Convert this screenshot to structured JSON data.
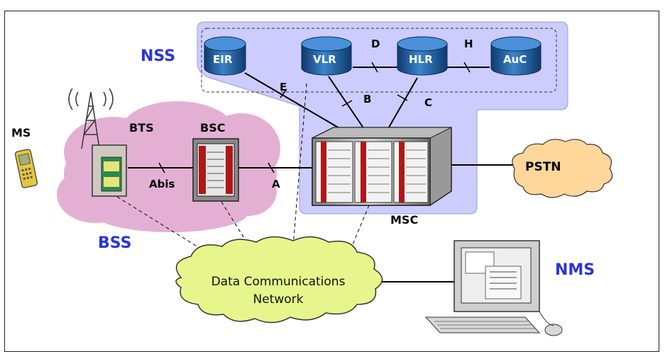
{
  "diagram": {
    "regions": {
      "nss": "NSS",
      "bss": "BSS",
      "nms": "NMS"
    },
    "databases": [
      "EIR",
      "VLR",
      "HLR",
      "AuC"
    ],
    "nodes": {
      "ms": "MS",
      "bts": "BTS",
      "bsc": "BSC",
      "msc": "MSC",
      "pstn": "PSTN"
    },
    "interfaces": {
      "abis": "Abis",
      "a": "A",
      "b": "B",
      "c": "C",
      "d": "D",
      "e": "E",
      "h": "H"
    },
    "dcn": {
      "line1": "Data Communications",
      "line2": "Network"
    },
    "colors": {
      "nss_bg": "#ccccff",
      "bss_cloud": "#e3b0d4",
      "pstn_cloud": "#ffd79a",
      "dcn_cloud": "#e6f68c",
      "db_blue": "#1f5a99",
      "region_text": "#2b34d9"
    }
  }
}
